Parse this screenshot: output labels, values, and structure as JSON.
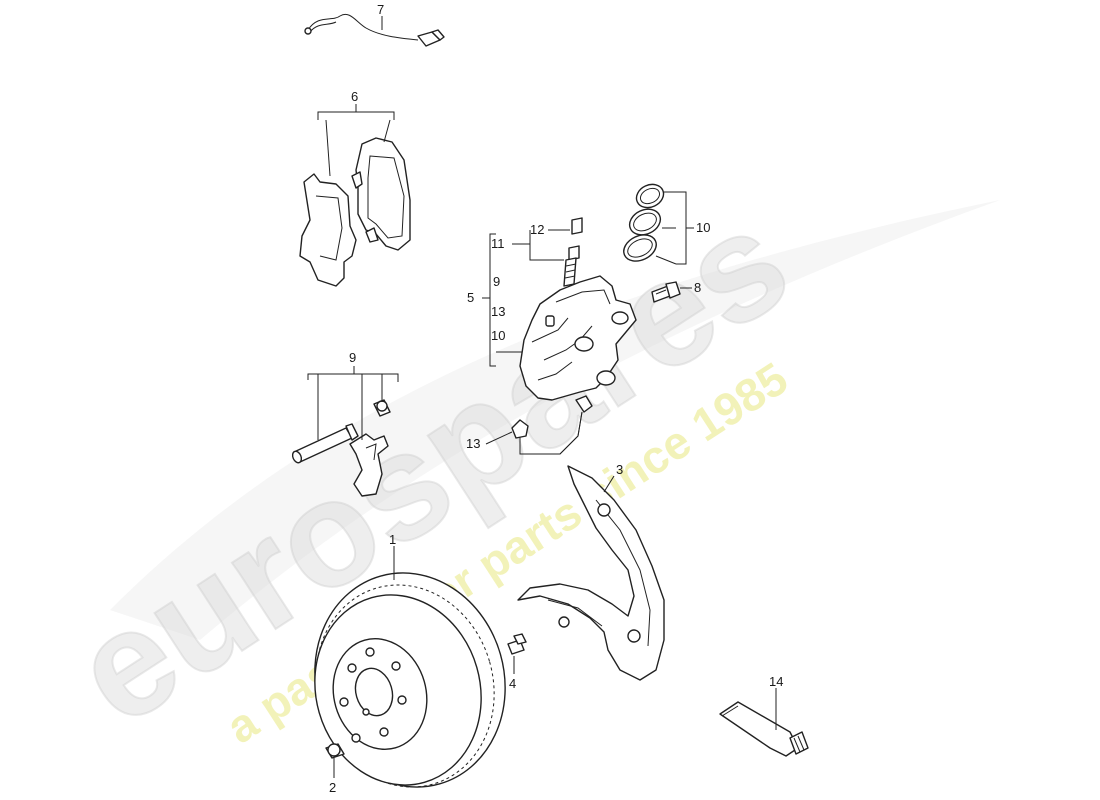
{
  "watermark": {
    "brand": "eurospares",
    "tagline": "a passion for parts since 1985",
    "brand_color": "#d9d9d9",
    "tagline_color": "#ecec9a"
  },
  "callouts": {
    "c1": "1",
    "c2": "2",
    "c3": "3",
    "c4": "4",
    "c5": "5",
    "c6": "6",
    "c7": "7",
    "c8": "8",
    "c9_pins": "9",
    "c9_group": "9",
    "c10_seals": "10",
    "c10_group": "10",
    "c11": "11",
    "c12": "12",
    "c13_group": "13",
    "c13_line": "13",
    "c14": "14"
  }
}
